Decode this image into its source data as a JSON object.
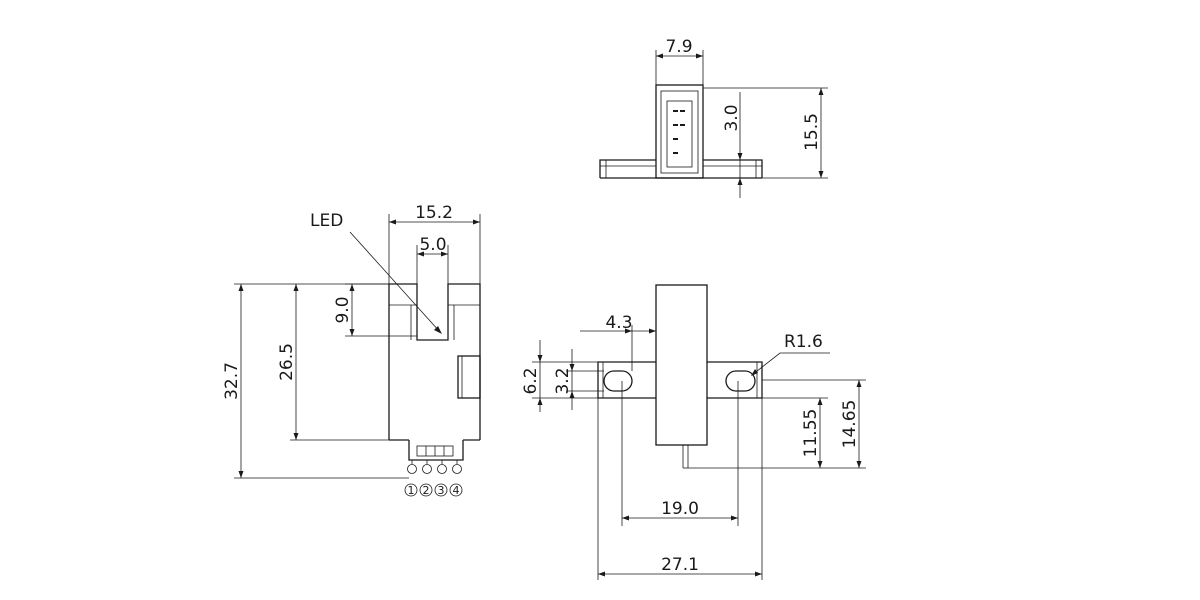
{
  "diagram": {
    "led_label": "LED",
    "pin_numbers": [
      "1",
      "2",
      "3",
      "4"
    ],
    "dims": {
      "top_width": "7.9",
      "top_offset": "3.0",
      "top_height": "15.5",
      "front_width": "15.2",
      "front_slot": "5.0",
      "front_slot_depth": "9.0",
      "front_body": "26.5",
      "front_total": "32.7",
      "side_hole_edge": "4.3",
      "side_radius": "R1.6",
      "side_flange": "6.2",
      "side_hole": "3.2",
      "side_pitch": "19.0",
      "side_total": "27.1",
      "side_h1": "11.55",
      "side_h2": "14.65"
    }
  }
}
